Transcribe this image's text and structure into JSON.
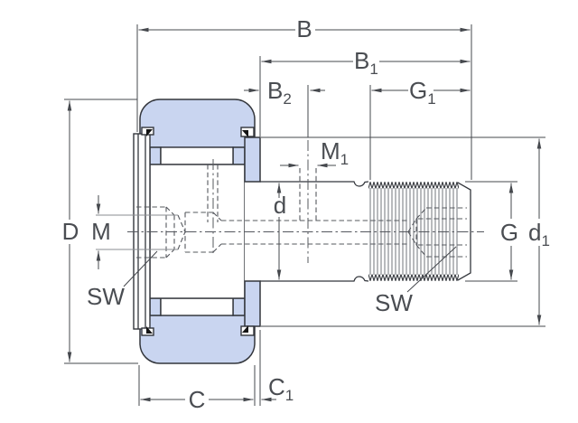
{
  "drawing": {
    "subject": "stud-type cam follower bearing cross-section",
    "colors": {
      "background": "#ffffff",
      "part_fill": "#c9d5f0",
      "outline": "#33363c",
      "dimension_line": "#45484d",
      "hidden_line": "#55585e",
      "aux_line": "#8a8d92",
      "seal": "#141414",
      "text": "#4a4d52"
    },
    "labels": {
      "b": {
        "base": "B",
        "sub": ""
      },
      "b1": {
        "base": "B",
        "sub": "1"
      },
      "b2": {
        "base": "B",
        "sub": "2"
      },
      "g1": {
        "base": "G",
        "sub": "1"
      },
      "m1": {
        "base": "M",
        "sub": "1"
      },
      "d_stud": {
        "base": "d",
        "sub": ""
      },
      "d_outer": {
        "base": "D",
        "sub": ""
      },
      "m": {
        "base": "M",
        "sub": ""
      },
      "sw_left": {
        "base": "SW",
        "sub": ""
      },
      "sw_right": {
        "base": "SW",
        "sub": ""
      },
      "g": {
        "base": "G",
        "sub": ""
      },
      "d1": {
        "base": "d",
        "sub": "1"
      },
      "c": {
        "base": "C",
        "sub": ""
      },
      "c1": {
        "base": "C",
        "sub": "1"
      }
    }
  }
}
